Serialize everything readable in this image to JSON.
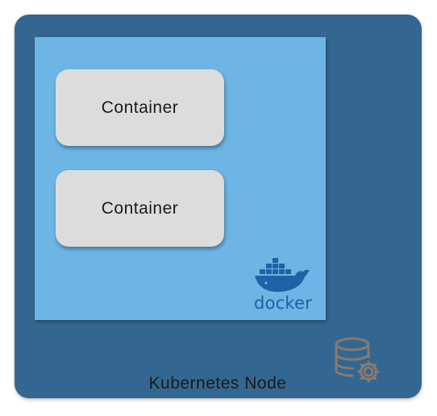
{
  "node": {
    "label": "Kubernetes Node",
    "background": "#336791"
  },
  "docker_host": {
    "background": "#6cb5e4",
    "logo": {
      "icon": "docker-whale-icon",
      "wordmark": "docker",
      "color": "#1d63a6"
    }
  },
  "containers": [
    {
      "label": "Container"
    },
    {
      "label": "Container"
    }
  ],
  "storage_icon": {
    "icon": "database-settings-icon",
    "color": "#8a7a6e"
  }
}
